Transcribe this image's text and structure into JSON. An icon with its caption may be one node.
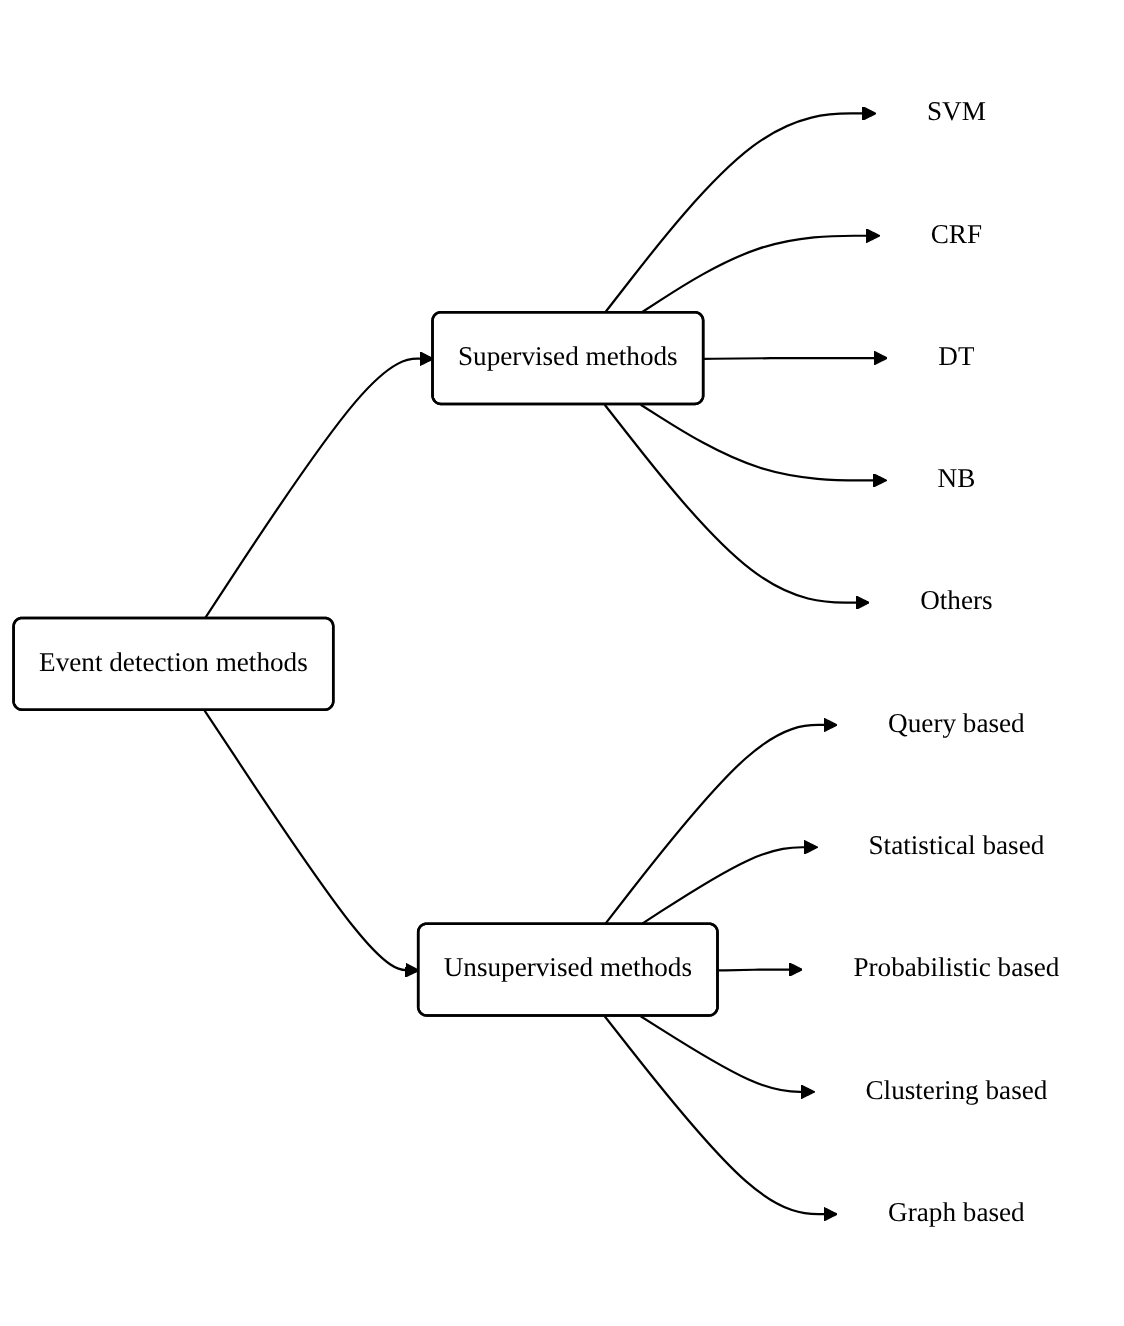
{
  "diagram": {
    "nodes": [
      {
        "text": [
          "Event detection methods"
        ]
      },
      {
        "text": [
          "Supervised methods"
        ]
      },
      {
        "text": [
          "Unsupervised methods"
        ]
      },
      {
        "text": [
          "SVM"
        ]
      },
      {
        "text": [
          "CRF"
        ]
      },
      {
        "text": [
          "DT"
        ]
      },
      {
        "text": [
          "NB"
        ]
      },
      {
        "text": [
          "Others"
        ]
      },
      {
        "text": [
          "Query based"
        ]
      },
      {
        "text": [
          "Statistical based"
        ]
      },
      {
        "text": [
          "Probabilistic based"
        ]
      },
      {
        "text": [
          "Clustering based"
        ]
      },
      {
        "text": [
          "Graph based"
        ]
      }
    ],
    "edges": [
      {
        "from": 0,
        "to": 1,
        "arrow": "to"
      },
      {
        "from": 0,
        "to": 2,
        "arrow": "to"
      },
      {
        "from": 1,
        "to": 3,
        "arrow": "to"
      },
      {
        "from": 1,
        "to": 4,
        "arrow": "to"
      },
      {
        "from": 1,
        "to": 5,
        "arrow": "to"
      },
      {
        "from": 1,
        "to": 6,
        "arrow": "to"
      },
      {
        "from": 1,
        "to": 7,
        "arrow": "to"
      },
      {
        "from": 2,
        "to": 8,
        "arrow": "to"
      },
      {
        "from": 2,
        "to": 9,
        "arrow": "to"
      },
      {
        "from": 2,
        "to": 10,
        "arrow": "to"
      },
      {
        "from": 2,
        "to": 11,
        "arrow": "to"
      },
      {
        "from": 2,
        "to": 12,
        "arrow": "to"
      }
    ]
  }
}
